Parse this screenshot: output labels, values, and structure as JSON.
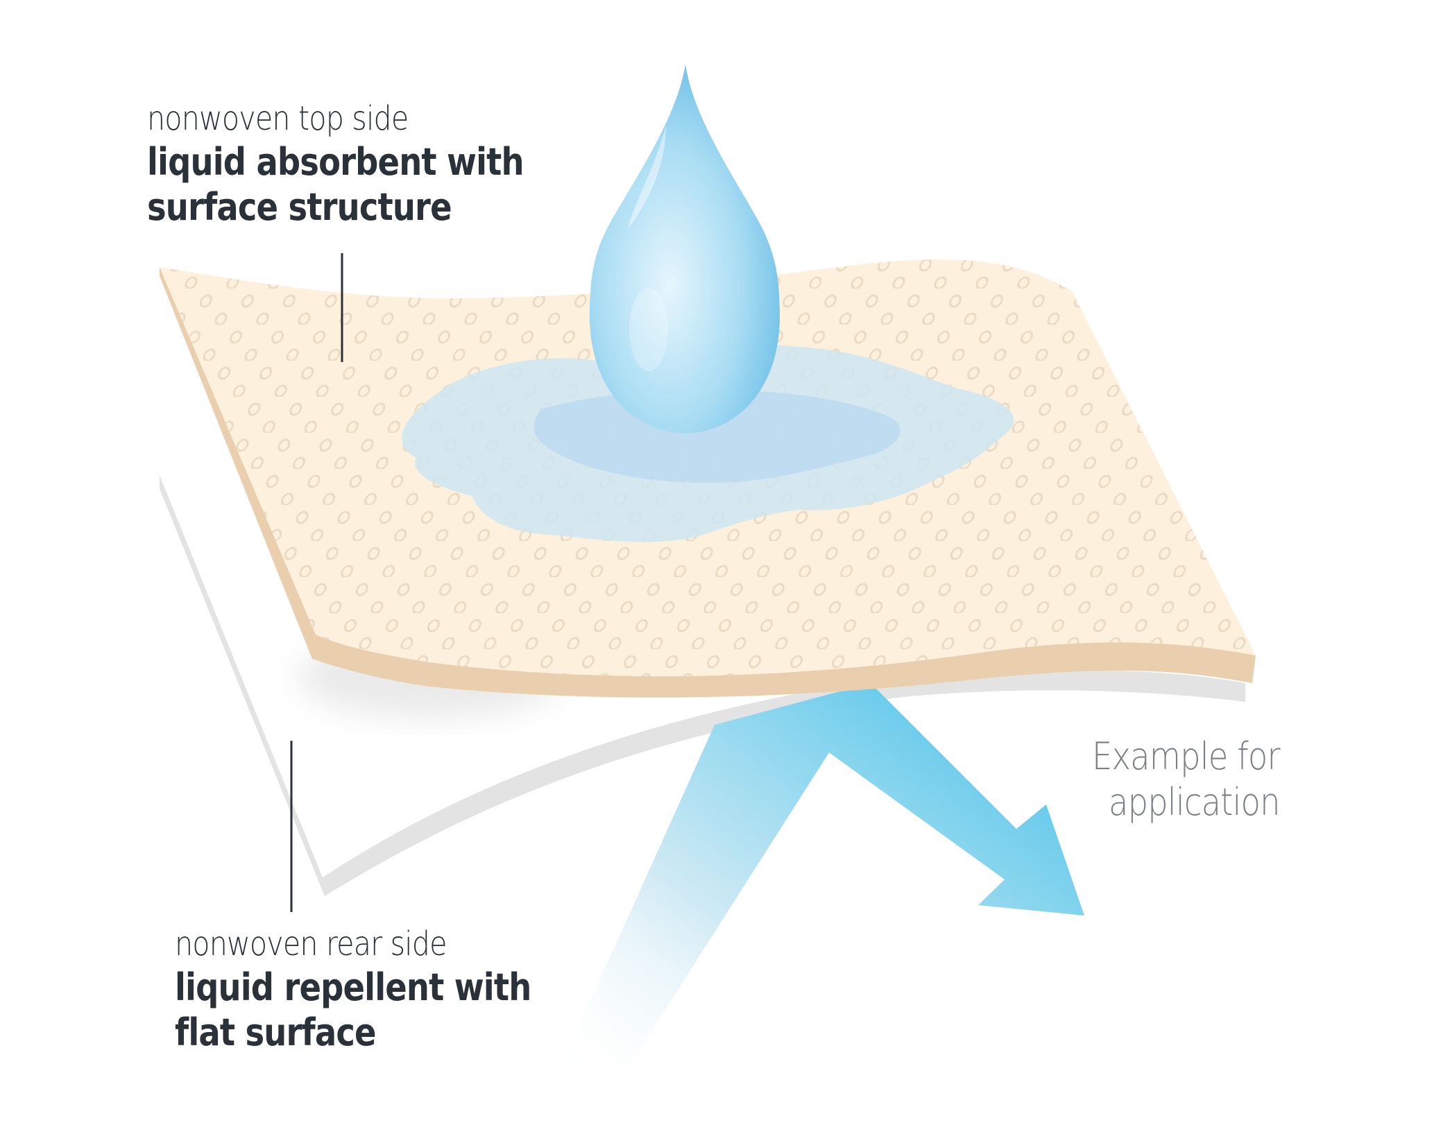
{
  "top_side": {
    "title": "nonwoven top side",
    "line1": "liquid absorbent with",
    "line2": "surface structure"
  },
  "rear_side": {
    "title": "nonwoven rear side",
    "line1": "liquid repellent with",
    "line2": "flat surface"
  },
  "example": {
    "line1": "Example for",
    "line2": "application"
  },
  "colors": {
    "top_layer": "#fdf0dc",
    "top_edge": "#e9cfae",
    "rear_layer": "#ffffff",
    "rear_edge": "#e3e3e3",
    "drop": "#8fd0ee",
    "stain": "#cfe6f2",
    "arrow": "#3fbfe8",
    "text_dark": "#2b3139",
    "text_gray": "#7b7f86"
  }
}
